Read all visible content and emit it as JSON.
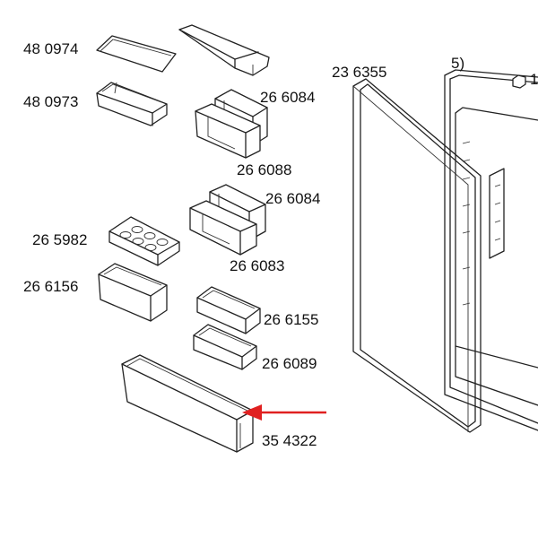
{
  "labels": {
    "p480974": "48 0974",
    "p480973": "48 0973",
    "p266084a": "26 6084",
    "p266088": "26 6088",
    "p266084b": "26 6084",
    "p265982": "26 5982",
    "p266083": "26 6083",
    "p266156": "26 6156",
    "p266155": "26 6155",
    "p266089": "26 6089",
    "p354322": "35 4322",
    "p236355": "23 6355",
    "p5": "5)",
    "p1": "1"
  },
  "colors": {
    "arrow": "#e02020",
    "line": "#222222",
    "background": "#ffffff"
  },
  "highlight": {
    "target_label": "35 4322"
  }
}
